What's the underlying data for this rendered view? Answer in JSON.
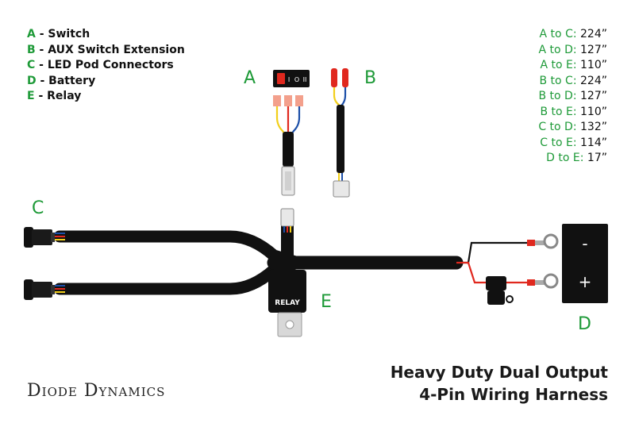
{
  "legend": [
    {
      "key": "A",
      "label": " - Switch"
    },
    {
      "key": "B",
      "label": " - AUX Switch Extension"
    },
    {
      "key": "C",
      "label": " - LED Pod Connectors"
    },
    {
      "key": "D",
      "label": " - Battery"
    },
    {
      "key": "E",
      "label": " - Relay"
    }
  ],
  "distances": [
    {
      "pair": "A to C:",
      "value": " 224”"
    },
    {
      "pair": "A to D:",
      "value": " 127”"
    },
    {
      "pair": "A to E:",
      "value": " 110”"
    },
    {
      "pair": "B to C:",
      "value": " 224”"
    },
    {
      "pair": "B to D:",
      "value": " 127”"
    },
    {
      "pair": "B to E:",
      "value": " 110”"
    },
    {
      "pair": "C to D:",
      "value": " 132”"
    },
    {
      "pair": "C to E:",
      "value": " 114”"
    },
    {
      "pair": "D to E:",
      "value": " 17”"
    }
  ],
  "labels": {
    "a": "A",
    "b": "B",
    "c": "C",
    "d": "D",
    "e": "E"
  },
  "switch_markings": {
    "on": "I",
    "off": "O",
    "aux": "II"
  },
  "relay_text": "RELAY",
  "battery": {
    "negative": "-",
    "positive": "+"
  },
  "title": {
    "line1": "Heavy Duty Dual Output",
    "line2": "4-Pin Wiring Harness"
  },
  "brand": "Diode Dynamics",
  "colors": {
    "accent_green": "#1e9a38",
    "harness": "#111111",
    "wire_red": "#e0281e",
    "wire_yellow": "#f2cf1a",
    "wire_blue": "#1c4fa8"
  }
}
